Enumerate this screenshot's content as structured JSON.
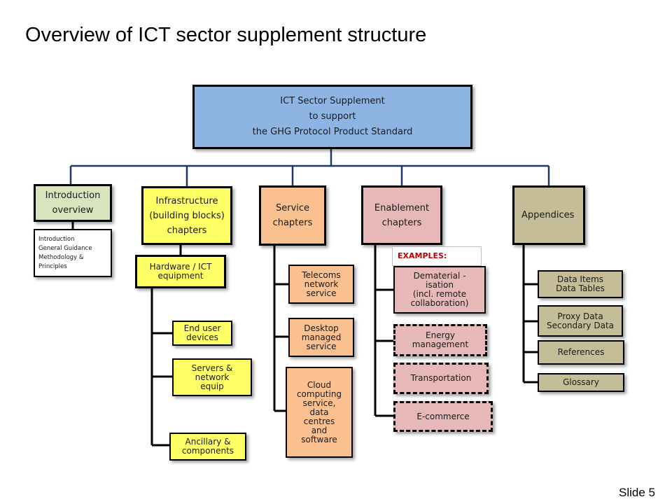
{
  "title": "Overview of ICT sector supplement structure",
  "slide_number": "Slide 5",
  "colors": {
    "top": "#8eb4e3",
    "intro": "#d7e4bd",
    "infrastructure": "#ffff66",
    "service": "#fac090",
    "enablement": "#e6b9b8",
    "appendices": "#c4bd97",
    "connector": "#1f3864",
    "examples_text": "#c00000"
  },
  "top": {
    "line1": "ICT Sector Supplement",
    "line2": "to support",
    "line3": "the GHG Protocol Product Standard"
  },
  "intro": {
    "line1": "Introduction",
    "line2": "overview",
    "sub": [
      "Introduction",
      "General Guidance",
      "Methodology  &",
      "Principles"
    ]
  },
  "infrastructure": {
    "line1": "Infrastructure",
    "line2": "(building blocks)",
    "line3": "chapters",
    "hardware": [
      "Hardware / ICT",
      "equipment"
    ],
    "children": [
      [
        "End user",
        "devices"
      ],
      [
        "Servers &",
        "network",
        "equip"
      ],
      [
        "Ancillary &",
        "components"
      ]
    ]
  },
  "service": {
    "line1": "Service",
    "line2": "chapters",
    "children": [
      [
        "Telecoms",
        "network",
        "service"
      ],
      [
        "Desktop",
        "managed",
        "service"
      ],
      [
        "Cloud",
        "computing",
        "service,",
        "data",
        "centres",
        "and",
        "software"
      ]
    ]
  },
  "enablement": {
    "line1": "Enablement",
    "line2": "chapters",
    "examples_label": "EXAMPLES:",
    "children": [
      [
        "Dematerial -",
        "isation",
        "(incl. remote",
        "collaboration)"
      ],
      [
        "Energy",
        "management"
      ],
      [
        "Transportation"
      ],
      [
        "E-commerce"
      ]
    ]
  },
  "appendices": {
    "label": "Appendices",
    "children": [
      [
        "Data Items",
        "Data Tables"
      ],
      [
        "Proxy Data",
        "Secondary  Data"
      ],
      [
        "References"
      ],
      [
        "Glossary"
      ]
    ]
  }
}
